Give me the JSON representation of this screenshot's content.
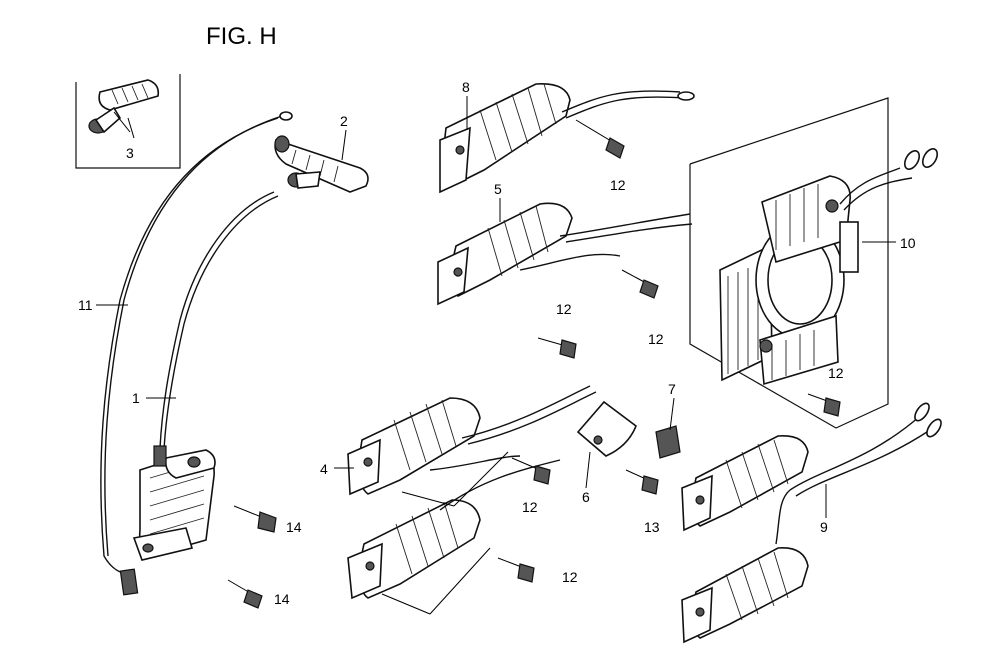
{
  "figure": {
    "title": "FIG. H"
  },
  "callouts": {
    "c1": "1",
    "c2": "2",
    "c3": "3",
    "c4": "4",
    "c5": "5",
    "c6": "6",
    "c7": "7",
    "c8": "8",
    "c9": "9",
    "c10": "10",
    "c11": "11",
    "c12a": "12",
    "c12b": "12",
    "c12c": "12",
    "c12d": "12",
    "c12e": "12",
    "c12f": "12",
    "c13": "13",
    "c14a": "14",
    "c14b": "14"
  }
}
